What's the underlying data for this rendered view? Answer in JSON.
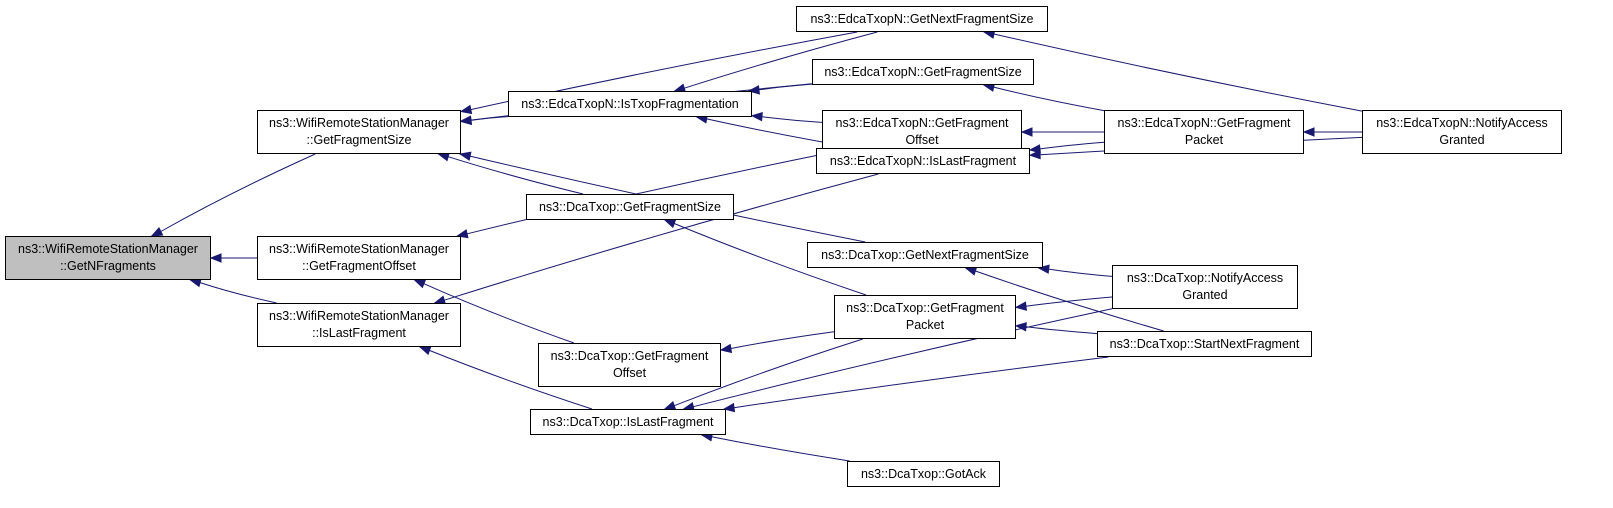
{
  "graph": {
    "edge_color": "#191970",
    "root_fill": "#bfbfbf",
    "node_fill": "#ffffff",
    "nodes": {
      "root": [
        "ns3::WifiRemoteStationManager",
        "::GetNFragments"
      ],
      "wrsm_frag_size": [
        "ns3::WifiRemoteStationManager",
        "::GetFragmentSize"
      ],
      "wrsm_frag_offset": [
        "ns3::WifiRemoteStationManager",
        "::GetFragmentOffset"
      ],
      "wrsm_is_last": [
        "ns3::WifiRemoteStationManager",
        "::IsLastFragment"
      ],
      "edca_next_frag_size": [
        "ns3::EdcaTxopN::GetNextFragmentSize"
      ],
      "edca_frag_size": [
        "ns3::EdcaTxopN::GetFragmentSize"
      ],
      "edca_is_txop_frag": [
        "ns3::EdcaTxopN::IsTxopFragmentation"
      ],
      "edca_frag_offset": [
        "ns3::EdcaTxopN::GetFragment",
        "Offset"
      ],
      "edca_is_last": [
        "ns3::EdcaTxopN::IsLastFragment"
      ],
      "edca_frag_packet": [
        "ns3::EdcaTxopN::GetFragment",
        "Packet"
      ],
      "edca_notify": [
        "ns3::EdcaTxopN::NotifyAccess",
        "Granted"
      ],
      "dca_frag_size": [
        "ns3::DcaTxop::GetFragmentSize"
      ],
      "dca_next_frag_size": [
        "ns3::DcaTxop::GetNextFragmentSize"
      ],
      "dca_frag_packet": [
        "ns3::DcaTxop::GetFragment",
        "Packet"
      ],
      "dca_frag_offset": [
        "ns3::DcaTxop::GetFragment",
        "Offset"
      ],
      "dca_is_last": [
        "ns3::DcaTxop::IsLastFragment"
      ],
      "dca_notify": [
        "ns3::DcaTxop::NotifyAccess",
        "Granted"
      ],
      "dca_start_next": [
        "ns3::DcaTxop::StartNextFragment"
      ],
      "dca_got_ack": [
        "ns3::DcaTxop::GotAck"
      ]
    },
    "edges": [
      [
        "wrsm_frag_size",
        "root"
      ],
      [
        "wrsm_frag_offset",
        "root"
      ],
      [
        "wrsm_is_last",
        "root"
      ],
      [
        "edca_next_frag_size",
        "wrsm_frag_size"
      ],
      [
        "edca_frag_size",
        "wrsm_frag_size"
      ],
      [
        "edca_is_txop_frag",
        "wrsm_frag_size"
      ],
      [
        "dca_frag_size",
        "wrsm_frag_size"
      ],
      [
        "dca_next_frag_size",
        "wrsm_frag_size"
      ],
      [
        "edca_frag_offset",
        "wrsm_frag_offset"
      ],
      [
        "dca_frag_offset",
        "wrsm_frag_offset"
      ],
      [
        "edca_is_last",
        "wrsm_is_last"
      ],
      [
        "dca_is_last",
        "wrsm_is_last"
      ],
      [
        "edca_next_frag_size",
        "edca_is_txop_frag"
      ],
      [
        "edca_frag_size",
        "edca_is_txop_frag"
      ],
      [
        "edca_frag_offset",
        "edca_is_txop_frag"
      ],
      [
        "edca_is_last",
        "edca_is_txop_frag"
      ],
      [
        "edca_notify",
        "edca_next_frag_size"
      ],
      [
        "edca_frag_packet",
        "edca_frag_size"
      ],
      [
        "edca_frag_packet",
        "edca_frag_offset"
      ],
      [
        "edca_frag_packet",
        "edca_is_last"
      ],
      [
        "edca_notify",
        "edca_is_last"
      ],
      [
        "edca_notify",
        "edca_frag_packet"
      ],
      [
        "dca_frag_packet",
        "dca_frag_size"
      ],
      [
        "dca_notify",
        "dca_next_frag_size"
      ],
      [
        "dca_start_next",
        "dca_next_frag_size"
      ],
      [
        "dca_notify",
        "dca_frag_packet"
      ],
      [
        "dca_start_next",
        "dca_frag_packet"
      ],
      [
        "dca_frag_packet",
        "dca_frag_offset"
      ],
      [
        "dca_frag_packet",
        "dca_is_last"
      ],
      [
        "dca_notify",
        "dca_is_last"
      ],
      [
        "dca_start_next",
        "dca_is_last"
      ],
      [
        "dca_got_ack",
        "dca_is_last"
      ]
    ]
  }
}
